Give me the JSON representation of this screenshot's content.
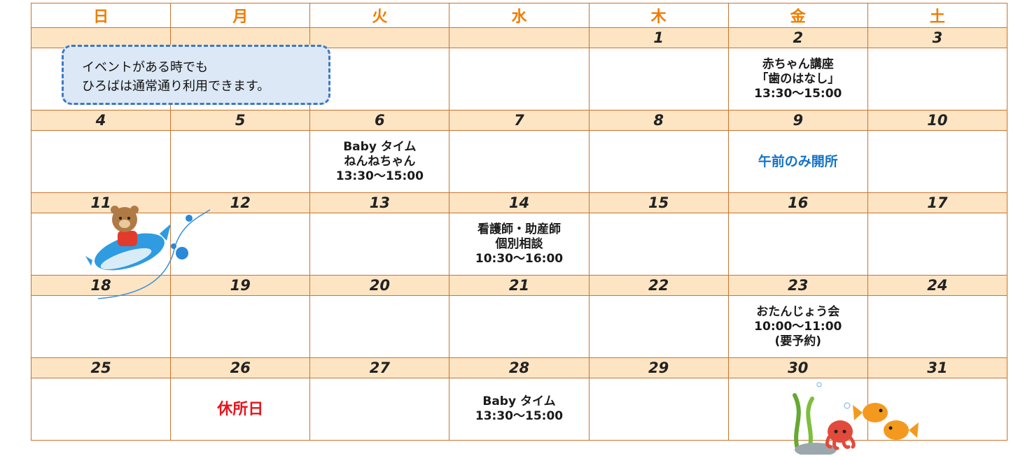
{
  "weekdays": [
    "日",
    "月",
    "火",
    "水",
    "木",
    "金",
    "土"
  ],
  "weeks": [
    {
      "dates": [
        "",
        "",
        "",
        "",
        "1",
        "2",
        "3"
      ],
      "events": [
        [],
        [],
        [],
        [],
        [],
        [
          "赤ちゃん講座",
          "「歯のはなし」",
          "13:30〜15:00"
        ],
        []
      ]
    },
    {
      "dates": [
        "4",
        "5",
        "6",
        "7",
        "8",
        "9",
        "10"
      ],
      "events": [
        [],
        [],
        [
          "Baby タイム",
          "ねんねちゃん",
          "13:30〜15:00"
        ],
        [],
        [],
        [
          "午前のみ開所"
        ],
        []
      ]
    },
    {
      "dates": [
        "11",
        "12",
        "13",
        "14",
        "15",
        "16",
        "17"
      ],
      "events": [
        [],
        [],
        [],
        [
          "看護師・助産師",
          "個別相談",
          "10:30〜16:00"
        ],
        [],
        [],
        []
      ]
    },
    {
      "dates": [
        "18",
        "19",
        "20",
        "21",
        "22",
        "23",
        "24"
      ],
      "events": [
        [],
        [],
        [],
        [],
        [],
        [
          "おたんじょう会",
          "10:00〜11:00",
          "(要予約)"
        ],
        []
      ]
    },
    {
      "dates": [
        "25",
        "26",
        "27",
        "28",
        "29",
        "30",
        "31"
      ],
      "events": [
        [],
        [
          "休所日"
        ],
        [],
        [
          "Baby タイム",
          "13:30〜15:00"
        ],
        [],
        [],
        []
      ]
    }
  ],
  "notice": {
    "line1": "イベントがある時でも",
    "line2": "ひろばは通常通り利用できます。"
  },
  "colors": {
    "weekday": "#f07c00",
    "date_row_bg": "#fde5c4",
    "border": "#c9732f",
    "special_open": "#1573c9",
    "closed": "#e8141c",
    "notice_bg": "#dce8f5",
    "notice_border": "#3d7ac2"
  },
  "icons": {
    "dolphin": "bear-riding-dolphin-icon",
    "octopus": "octopus-icon",
    "fish": "goldfish-icon",
    "seaweed": "seaweed-icon"
  }
}
